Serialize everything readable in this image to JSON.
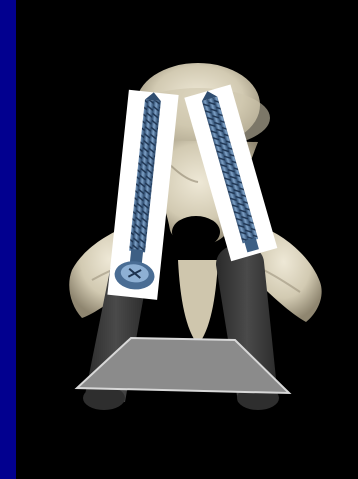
{
  "colors": {
    "background": "#000000",
    "side_bar": "#02008f",
    "bone": "#d9d3c0",
    "bone_shadow": "#9c927a",
    "rod": "#3c3c3c",
    "plate": "#8e8e8e",
    "plate_edge": "#d8d8d8",
    "screw_body": "#4a6d94",
    "screw_highlight": "#9fc0e0",
    "screw_background": "#ffffff"
  },
  "illustration": {
    "subjects": [
      "vertebra",
      "pedicle-screw-left",
      "pedicle-screw-right",
      "rod-left",
      "rod-right",
      "connector-plate"
    ]
  }
}
